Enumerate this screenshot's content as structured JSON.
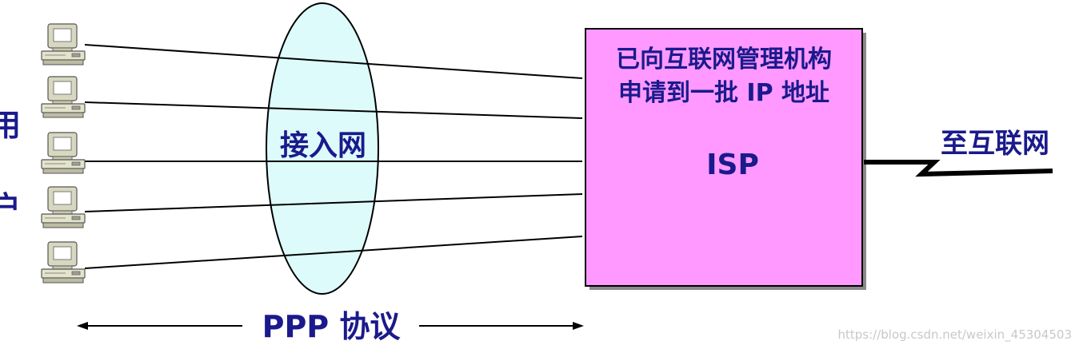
{
  "users_label_top": "用",
  "users_label_bottom": "户",
  "access_network_label": "接入网",
  "isp": {
    "note_line1": "已向互联网管理机构",
    "note_line2": "申请到一批 IP 地址",
    "name": "ISP"
  },
  "uplink_label": "至互联网",
  "protocol_label": "PPP 协议",
  "watermark": "https://blog.csdn.net/weixin_45304503",
  "colors": {
    "isp_fill": "#ff99ff",
    "access_network_fill": "#ddfbfb",
    "label_text": "#1a1a8c",
    "computer_body": "#d8d8c0"
  }
}
